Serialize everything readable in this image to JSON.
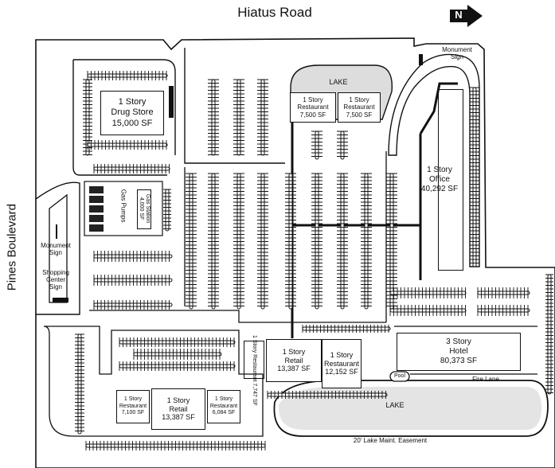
{
  "roads": {
    "north": "Hiatus Road",
    "west": "Pines Boulevard"
  },
  "compass": {
    "letter": "N"
  },
  "buildings": {
    "drug_store": {
      "l1": "1 Story",
      "l2": "Drug Store",
      "sf": "15,000 SF"
    },
    "rest_lake_1": {
      "l1": "1 Story",
      "l2": "Restaurant",
      "sf": "7,500 SF"
    },
    "rest_lake_2": {
      "l1": "1 Story",
      "l2": "Restaurant",
      "sf": "7,500 SF"
    },
    "office": {
      "l1": "1 Story",
      "l2": "Office",
      "sf": "40,292 SF"
    },
    "gas_station": {
      "l1": "Gas Station",
      "sf": "4,000 SF"
    },
    "gas_pumps": {
      "label": "Gas Pumps"
    },
    "rest_vert": {
      "l1": "1 Story",
      "l2": "Restaurant",
      "sf": "7,747 SF"
    },
    "retail_center": {
      "l1": "1 Story",
      "l2": "Retail",
      "sf": "13,387 SF"
    },
    "rest_center": {
      "l1": "1 Story",
      "l2": "Restaurant",
      "sf": "12,152 SF"
    },
    "hotel": {
      "l1": "3 Story",
      "l2": "Hotel",
      "sf": "80,373 SF"
    },
    "rest_sw": {
      "l1": "1 Story",
      "l2": "Restaurant",
      "sf": "7,100 SF"
    },
    "retail_sw": {
      "l1": "1 Story",
      "l2": "Retail",
      "sf": "13,387 SF"
    },
    "rest_se": {
      "l1": "1 Story",
      "l2": "Restaurant",
      "sf": "6,084 SF"
    }
  },
  "labels": {
    "lake_north": "LAKE",
    "lake_south": "LAKE",
    "monument_sign_ne_1": "Monument",
    "monument_sign_ne_2": "Sign",
    "monument_sign_w_1": "Monument",
    "monument_sign_w_2": "Sign",
    "shopping_sign_1": "Shopping",
    "shopping_sign_2": "Center",
    "shopping_sign_3": "Sign",
    "pool": "Pool",
    "fire_lane": "Fire Lane",
    "easement": "20' Lake Maint. Easement"
  }
}
